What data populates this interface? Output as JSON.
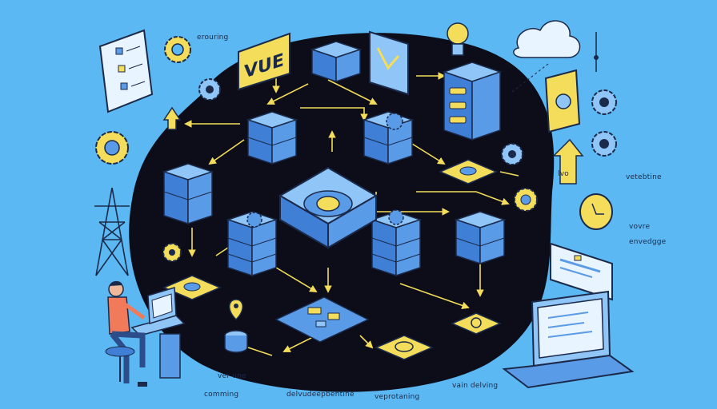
{
  "sign": {
    "text": "VUE"
  },
  "labels": {
    "top_center": "erouring",
    "right_1": "lvo",
    "right_2": "vetebtine",
    "right_3": "vovre",
    "right_4": "envedgge",
    "bottom_1": "ver une",
    "bottom_2": "comming",
    "bottom_3": "delvudeepbehtine",
    "bottom_4": "veprotaning",
    "bottom_5": "vain delving"
  },
  "colors": {
    "background": "#5bb8f2",
    "blob": "#0d0d1a",
    "block_light": "#8fc5f7",
    "block_mid": "#5a9be8",
    "block_dark": "#3f7fd6",
    "accent_yellow": "#f3dd5a",
    "outline": "#1b2a4a"
  },
  "icons": [
    "clipboard-icon",
    "gear-icon",
    "lightbulb-icon",
    "cloud-icon",
    "server-icon",
    "tablet-icon",
    "power-tower-icon",
    "map-pin-icon",
    "laptop-icon",
    "monitor-icon",
    "person-icon",
    "tag-icon",
    "arrow-up-icon"
  ]
}
